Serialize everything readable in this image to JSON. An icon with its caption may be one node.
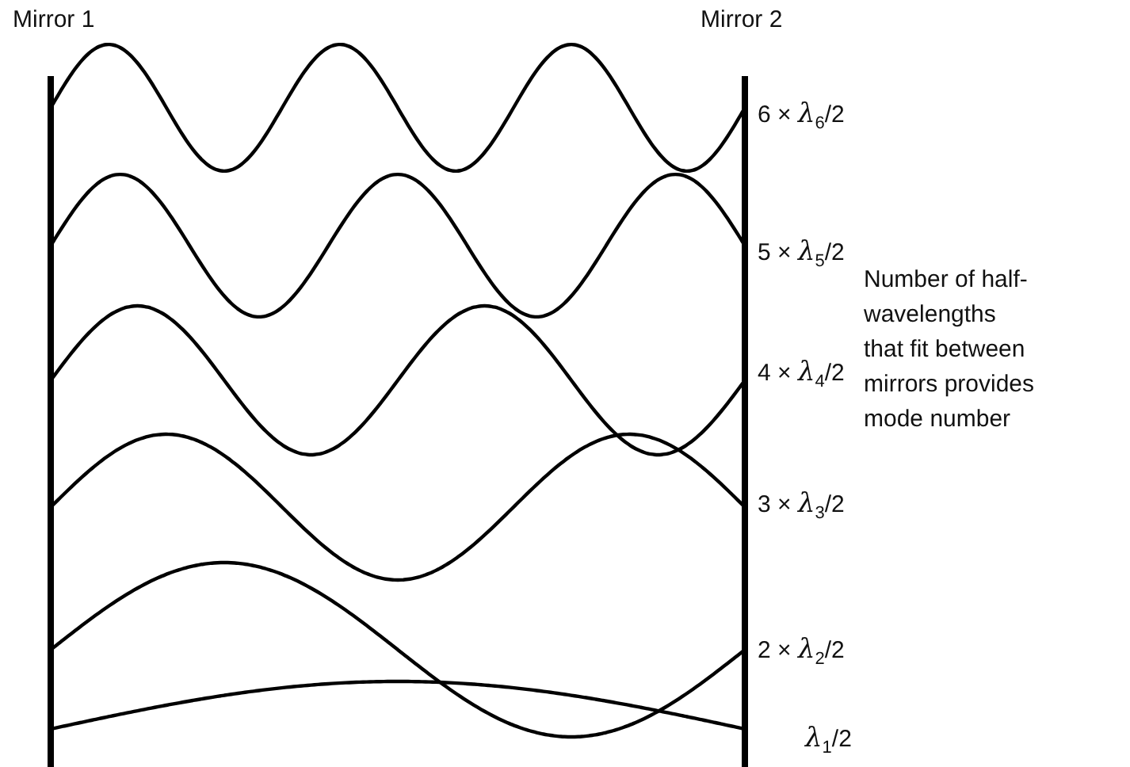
{
  "diagram": {
    "labels": [
      "Mirror 1",
      "Mirror 2",
      "6 × *λ*$_{6}$/2",
      "5 × *λ*$_{5}$/2",
      "4 × *λ*$_{4}$/2",
      "3 × *λ*$_{3}$/2",
      "2 × *λ*$_{2}$/2",
      "*λ*$_{1}$/2",
      "Number of half-wavelengths that fit between mirrors provides mode number"
    ]
  }
}
